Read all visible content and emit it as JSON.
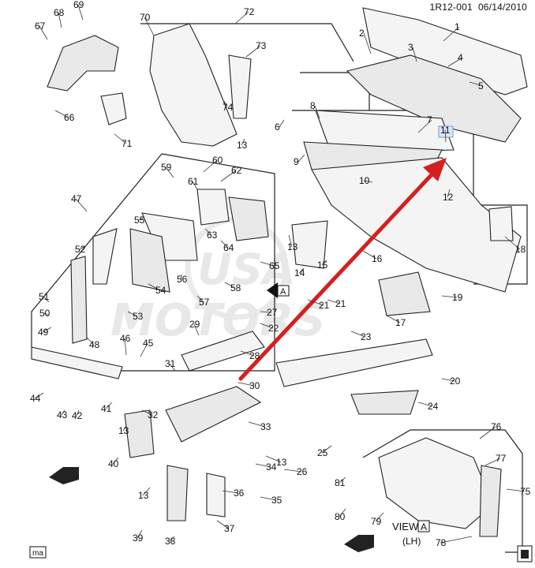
{
  "header": {
    "doc_code": "1R12-001",
    "date": "06/14/2010"
  },
  "footer": {
    "left_code": "ma",
    "view_label_prefix": "VIEW",
    "view_letter": "A",
    "view_side": "(LH)"
  },
  "watermark": {
    "top": "USA",
    "bottom": "MOTORS"
  },
  "highlighted_callout": "11",
  "arrow_color": "#d42020",
  "callouts": [
    "1",
    "2",
    "3",
    "4",
    "5",
    "6",
    "7",
    "8",
    "9",
    "10",
    "11",
    "12",
    "13",
    "13",
    "13",
    "13",
    "13",
    "14",
    "15",
    "16",
    "17",
    "18",
    "19",
    "20",
    "21",
    "21",
    "22",
    "23",
    "24",
    "25",
    "26",
    "27",
    "28",
    "29",
    "30",
    "31",
    "32",
    "33",
    "34",
    "35",
    "36",
    "37",
    "38",
    "39",
    "40",
    "41",
    "42",
    "43",
    "44",
    "45",
    "46",
    "47",
    "48",
    "49",
    "50",
    "51",
    "52",
    "53",
    "54",
    "55",
    "56",
    "57",
    "58",
    "59",
    "60",
    "61",
    "62",
    "63",
    "64",
    "65",
    "66",
    "67",
    "68",
    "69",
    "70",
    "71",
    "72",
    "73",
    "74",
    "75",
    "76",
    "77",
    "78",
    "79",
    "80",
    "81"
  ],
  "view_marker": "A"
}
